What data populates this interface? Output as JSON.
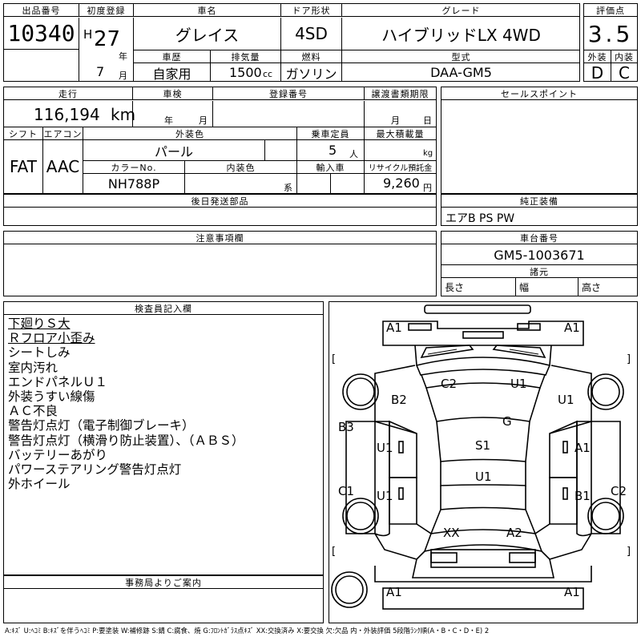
{
  "header": {
    "lot_no_label": "出品番号",
    "lot_no": "10340",
    "first_reg_label": "初度登録",
    "era": "H",
    "year": "27",
    "year_unit": "年",
    "month": "7",
    "month_unit": "月",
    "car_name_label": "車名",
    "car_name": "グレイス",
    "doors_label": "ドア形状",
    "doors": "4SD",
    "grade_label": "グレード",
    "grade": "ハイブリッドLX 4WD",
    "score_label": "評価点",
    "score": "3.5",
    "exterior_label": "外装",
    "interior_label": "内装",
    "exterior": "D",
    "interior": "C",
    "history_label": "車歴",
    "history": "自家用",
    "displacement_label": "排気量",
    "displacement": "1500",
    "displacement_unit": "cc",
    "fuel_label": "燃料",
    "fuel": "ガソリン",
    "model_label": "型式",
    "model": "DAA-GM5"
  },
  "mid": {
    "mileage_label": "走行",
    "mileage": "116,194",
    "mileage_unit": "km",
    "inspection_label": "車検",
    "inspection_year_unit": "年",
    "inspection_month_unit": "月",
    "reg_no_label": "登録番号",
    "transfer_label": "譲渡書類期限",
    "transfer_month_unit": "月",
    "transfer_day_unit": "日",
    "shift_label": "シフト",
    "shift": "FAT",
    "ac_label": "エアコン",
    "ac": "AAC",
    "ext_color_label": "外装色",
    "ext_color": "パール",
    "capacity_label": "乗車定員",
    "capacity": "5",
    "capacity_unit": "人",
    "max_load_label": "最大積載量",
    "max_load_unit": "kg",
    "color_no_label": "カラーNo.",
    "color_no": "NH788P",
    "int_color_label": "内装色",
    "int_color_unit": "系",
    "import_label": "輸入車",
    "recycle_label": "リサイクル預託金",
    "recycle": "9,260",
    "recycle_unit": "円",
    "later_parts_label": "後日発送部品",
    "notes_label": "注意事項欄",
    "sales_label": "セールスポイント",
    "equip_label": "純正装備",
    "equip": "エアB PS PW",
    "chassis_label": "車台番号",
    "chassis": "GM5-1003671",
    "dims_label": "諸元",
    "length_label": "長さ",
    "width_label": "幅",
    "height_label": "高さ"
  },
  "inspection": {
    "title": "検査員記入欄",
    "lines": [
      "下廻りＳ大",
      "Ｒフロア小歪み",
      "シートしみ",
      "室内汚れ",
      "エンドパネルＵ１",
      "外装うすい線傷",
      "ＡＣ不良",
      "警告灯点灯（電子制御ブレーキ）",
      "警告灯点灯（横滑り防止装置）、（ＡＢＳ）",
      "バッテリーあがり",
      "パワーステアリング警告灯点灯",
      "外ホイール"
    ],
    "office_title": "事務局よりご案内"
  },
  "diagram": {
    "marks": {
      "a1_tl": "A1",
      "a1_tr": "A1",
      "c2_top": "C2",
      "u1_top": "U1",
      "b2": "B2",
      "u1_right": "U1",
      "b3": "B3",
      "g": "G",
      "u1_lf": "U1",
      "s1": "S1",
      "a1_rf": "A1",
      "u1_center": "U1",
      "c1": "C1",
      "u1_lr": "U1",
      "b1": "B1",
      "c2_right": "C2",
      "xx": "XX",
      "a2": "A2",
      "a1_bl": "A1",
      "a1_br": "A1"
    },
    "bracket_tl": "[",
    "bracket_tr": "]",
    "bracket_bl": "[",
    "bracket_br": "]"
  },
  "legend": "A:ｷｽﾞ U:ﾍｺﾐ B:ｷｽﾞを伴うﾍｺﾐ P:要塗装 W:補修跡 S:錆 C:腐食、焼 G:ﾌﾛﾝﾄｶﾞﾗｽ点ｷｽﾞ XX:交換済み X:要交換 欠:欠品 内・外装評価 5段階ﾗﾝｸ順(A・B・C・D・E) 2"
}
